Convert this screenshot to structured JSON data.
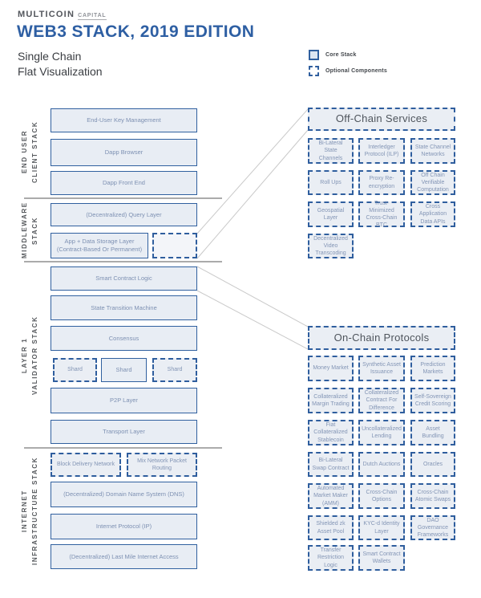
{
  "header": {
    "brand": "MULTICOIN",
    "brand_suffix": "CAPITAL",
    "title": "WEB3 STACK, 2019 EDITION",
    "subtitle_line1": "Single Chain",
    "subtitle_line2": "Flat Visualization"
  },
  "legend": {
    "core_label": "Core Stack",
    "optional_label": "Optional Components"
  },
  "colors": {
    "accent_blue": "#2e5fa3",
    "border_blue": "#30609f",
    "box_fill": "#e8edf4",
    "box_text": "#7d90b2",
    "connector_gray": "#c9c9c9"
  },
  "stack": {
    "sections": [
      {
        "label_line1": "END  USER",
        "label_line2": "CLIENT  STACK",
        "boxes": {
          "key_mgmt": "End-User Key Management",
          "dapp_browser": "Dapp Browser",
          "dapp_front_end": "Dapp Front End"
        }
      },
      {
        "label_line1": "MIDDLEWARE",
        "label_line2": "STACK",
        "boxes": {
          "query_layer": "(Decentralized) Query Layer",
          "storage_layer": "App + Data Storage Layer (Contract-Based Or Permanent)"
        }
      },
      {
        "label_line1": "LAYER  1",
        "label_line2": "VALIDATOR  STACK",
        "boxes": {
          "smart_contract_logic": "Smart Contract Logic",
          "state_transition": "State Transition Machine",
          "consensus": "Consensus",
          "shard": "Shard",
          "p2p": "P2P Layer",
          "transport": "Transport Layer"
        }
      },
      {
        "label_line1": "INTERNET",
        "label_line2": "INFRASTRUCTURE  STACK",
        "boxes": {
          "block_delivery": "Block Delivery Network",
          "mix_network": "Mix Network Packet Routing",
          "dns": "(Decentralized) Domain Name System (DNS)",
          "ip": "Internet Protocol (IP)",
          "last_mile": "(Decentralized) Last Mile Internet Access"
        }
      }
    ]
  },
  "offchain": {
    "title": "Off-Chain Services",
    "items": [
      "Bi-Lateral State Channels",
      "Interledger Protocol (ILP)",
      "State Channel Networks",
      "Roll Ups",
      "Proxy Re-encryption",
      "Off Chain Verifiable Computation",
      "Geospatial Layer",
      "Trust-Minimized Cross-Chain BTC",
      "Cross Application Data APIs",
      "Decentralized Video Transcoding"
    ]
  },
  "onchain": {
    "title": "On-Chain Protocols",
    "items": [
      "Money Market",
      "Synthetic Asset Issuance",
      "Prediction Markets",
      "Collateralized Margin Trading",
      "Collateralized Contract For Difference",
      "Self-Sovereign Credit Scoring",
      "Fiat Collateralized Stablecoin",
      "Uncollateralized Lending",
      "Asset Bundling",
      "Bi-Lateral Swap Contract",
      "Dutch Auctions",
      "Oracles",
      "Automated Market Maker (AMM)",
      "Cross-Chain Options",
      "Cross-Chain Atomic Swaps",
      "Shielded zk Asset Pool",
      "KYC-d Identity Layer",
      "DAO Governance Frameworks",
      "Transfer Restriction Logic",
      "Smart Contract Wallets"
    ]
  }
}
